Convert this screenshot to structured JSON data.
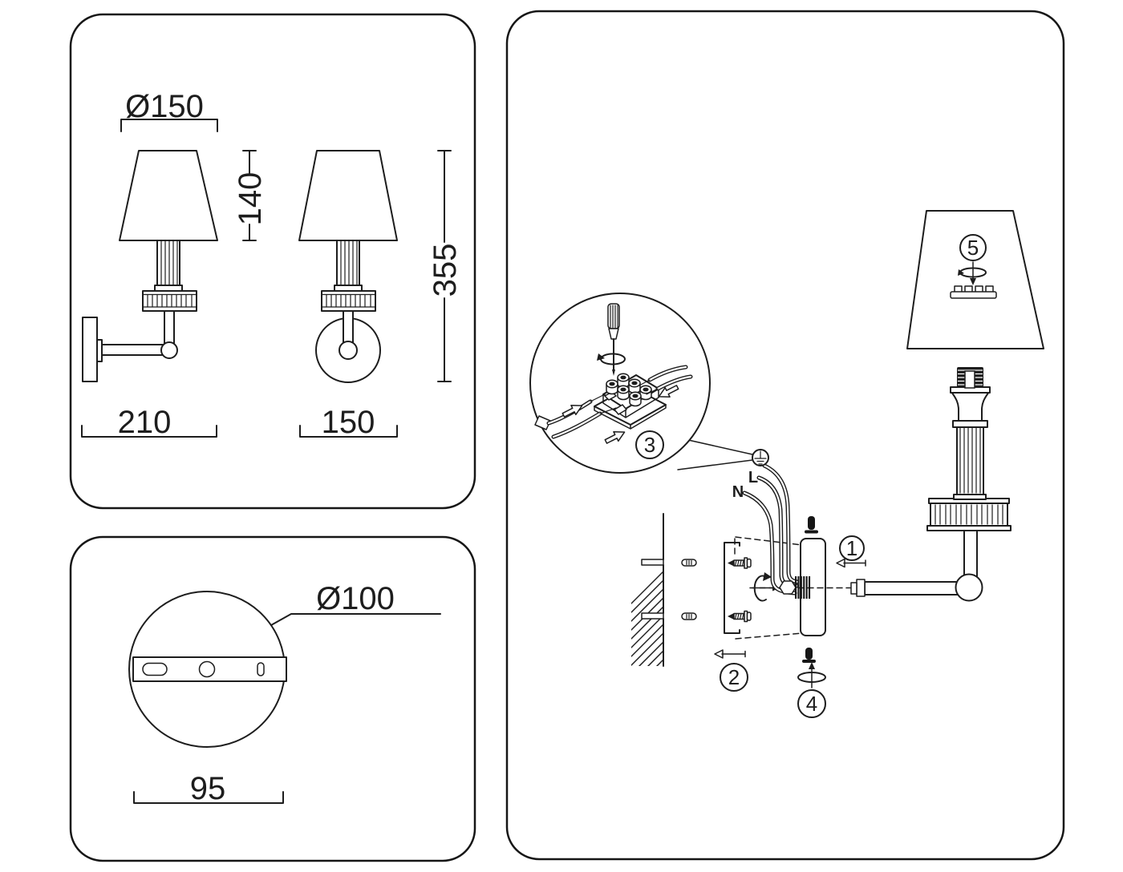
{
  "sheet": {
    "background": "#ffffff",
    "line_color": "#1d1d1d"
  },
  "dimension_panel": {
    "shade_diameter": "Ø150",
    "shade_height": "140",
    "total_height": "355",
    "wall_depth": "210",
    "body_width": "150"
  },
  "plate_panel": {
    "plate_diameter": "Ø100",
    "hole_spacing": "95"
  },
  "install_panel": {
    "steps": {
      "s1": "1",
      "s2": "2",
      "s3": "3",
      "s4": "4",
      "s5": "5"
    },
    "wires": {
      "live": "L",
      "neutral": "N"
    },
    "icons": {
      "ground": "earth-ground-icon",
      "rotate": "rotate-arrow-icon",
      "direction": "direction-arrow-icon",
      "tool": "screwdriver-icon"
    }
  }
}
